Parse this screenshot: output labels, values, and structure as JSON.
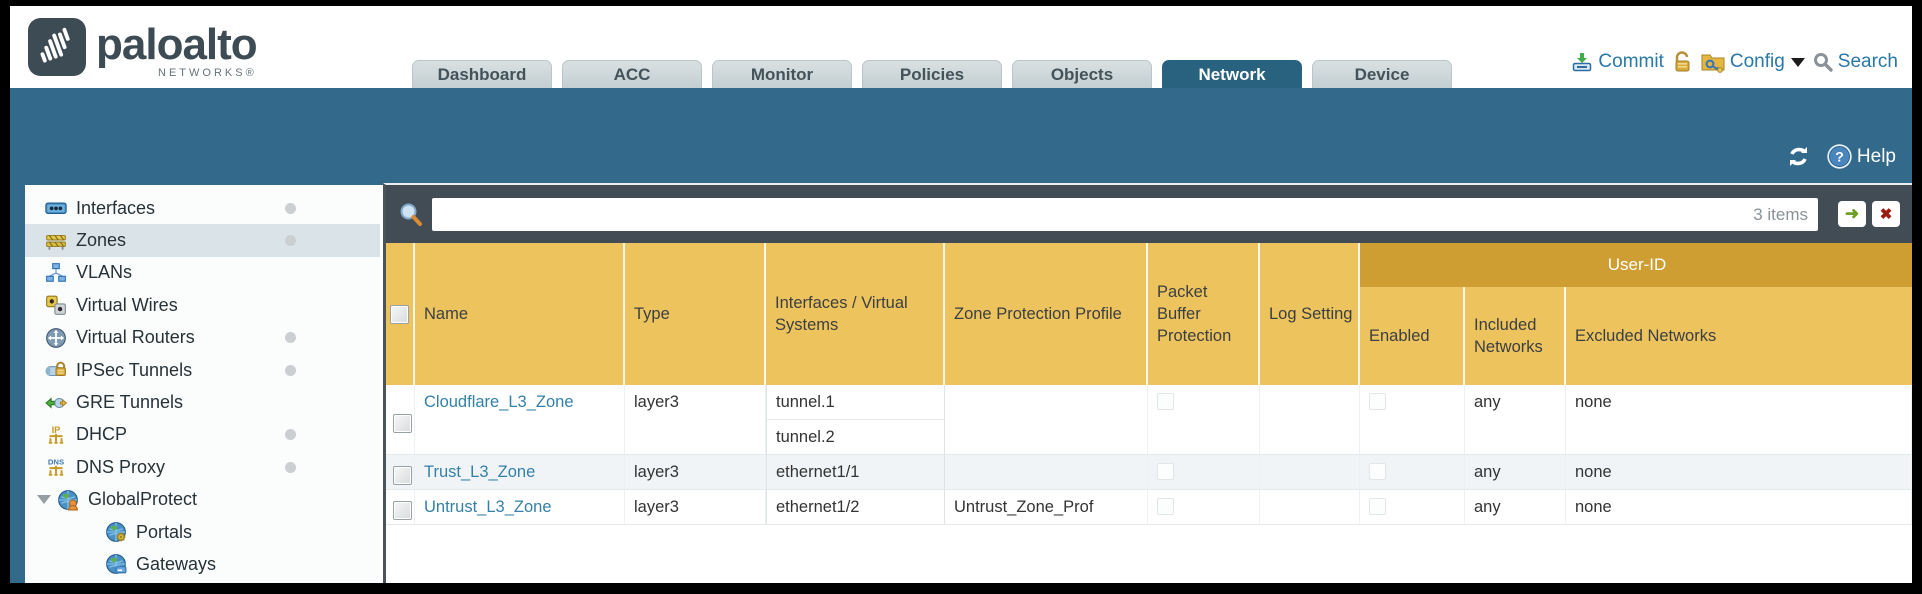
{
  "brand": {
    "logo_text": "paloalto",
    "logo_sub": "NETWORKS®"
  },
  "nav_tabs": [
    {
      "label": "Dashboard",
      "active": false
    },
    {
      "label": "ACC",
      "active": false
    },
    {
      "label": "Monitor",
      "active": false
    },
    {
      "label": "Policies",
      "active": false
    },
    {
      "label": "Objects",
      "active": false
    },
    {
      "label": "Network",
      "active": true
    },
    {
      "label": "Device",
      "active": false
    }
  ],
  "header_actions": {
    "commit": "Commit",
    "config": "Config",
    "search": "Search"
  },
  "subheader": {
    "help": "Help"
  },
  "filter_bar": {
    "value": "",
    "count": "3 items"
  },
  "sidebar": {
    "items": [
      {
        "label": "Interfaces",
        "icon": "interfaces-icon",
        "dot": true,
        "selected": false,
        "indent": false,
        "expander": false
      },
      {
        "label": "Zones",
        "icon": "zones-icon",
        "dot": true,
        "selected": true,
        "indent": false,
        "expander": false
      },
      {
        "label": "VLANs",
        "icon": "vlans-icon",
        "dot": false,
        "selected": false,
        "indent": false,
        "expander": false
      },
      {
        "label": "Virtual Wires",
        "icon": "virtual-wires-icon",
        "dot": false,
        "selected": false,
        "indent": false,
        "expander": false
      },
      {
        "label": "Virtual Routers",
        "icon": "virtual-routers-icon",
        "dot": true,
        "selected": false,
        "indent": false,
        "expander": false
      },
      {
        "label": "IPSec Tunnels",
        "icon": "ipsec-tunnels-icon",
        "dot": true,
        "selected": false,
        "indent": false,
        "expander": false
      },
      {
        "label": "GRE Tunnels",
        "icon": "gre-tunnels-icon",
        "dot": false,
        "selected": false,
        "indent": false,
        "expander": false
      },
      {
        "label": "DHCP",
        "icon": "dhcp-icon",
        "dot": true,
        "selected": false,
        "indent": false,
        "expander": false
      },
      {
        "label": "DNS Proxy",
        "icon": "dns-proxy-icon",
        "dot": true,
        "selected": false,
        "indent": false,
        "expander": false
      },
      {
        "label": "GlobalProtect",
        "icon": "globalprotect-icon",
        "dot": false,
        "selected": false,
        "indent": false,
        "expander": true
      },
      {
        "label": "Portals",
        "icon": "portals-icon",
        "dot": false,
        "selected": false,
        "indent": true,
        "expander": false
      },
      {
        "label": "Gateways",
        "icon": "gateways-icon",
        "dot": false,
        "selected": false,
        "indent": true,
        "expander": false
      }
    ]
  },
  "table": {
    "group_header": "User-ID",
    "columns": [
      "Name",
      "Type",
      "Interfaces / Virtual Systems",
      "Zone Protection Profile",
      "Packet Buffer Protection",
      "Log Setting",
      "Enabled",
      "Included Networks",
      "Excluded Networks"
    ],
    "rows": [
      {
        "name": "Cloudflare_L3_Zone",
        "type": "layer3",
        "interfaces": [
          "tunnel.1",
          "tunnel.2"
        ],
        "zone_protection_profile": "",
        "packet_buffer_protection_checked": false,
        "log_setting": "",
        "user_id_enabled_checked": false,
        "included_networks": "any",
        "excluded_networks": "none"
      },
      {
        "name": "Trust_L3_Zone",
        "type": "layer3",
        "interfaces": [
          "ethernet1/1"
        ],
        "zone_protection_profile": "",
        "packet_buffer_protection_checked": false,
        "log_setting": "",
        "user_id_enabled_checked": false,
        "included_networks": "any",
        "excluded_networks": "none"
      },
      {
        "name": "Untrust_L3_Zone",
        "type": "layer3",
        "interfaces": [
          "ethernet1/2"
        ],
        "zone_protection_profile": "Untrust_Zone_Prof",
        "packet_buffer_protection_checked": false,
        "log_setting": "",
        "user_id_enabled_checked": false,
        "included_networks": "any",
        "excluded_networks": "none"
      }
    ]
  },
  "colors": {
    "teal_band": "#336a8c",
    "toolbar_slate": "#424c55",
    "header_orange": "#edc35e",
    "userid_band": "#cf9e33",
    "link_blue": "#3381a8",
    "action_blue": "#2878a8",
    "selected_item_bg": "#d9e3e8",
    "stripe_row": "#f1f4f6",
    "apply_green": "#6f9f23",
    "clear_red": "#9b1d12"
  }
}
